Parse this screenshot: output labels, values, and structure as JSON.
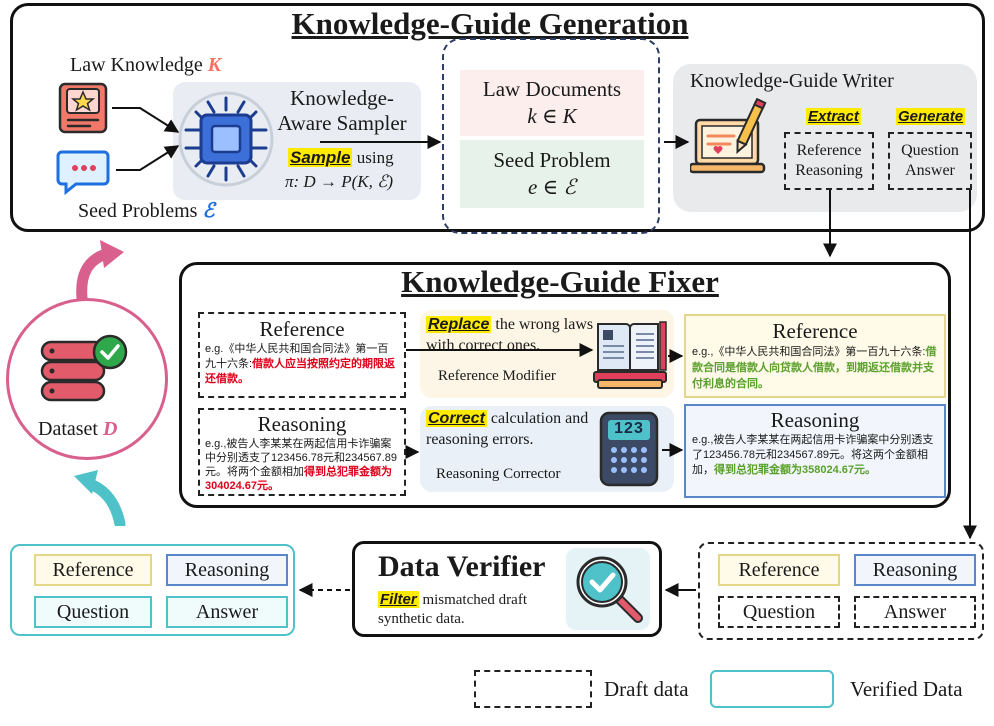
{
  "generation": {
    "title": "Knowledge-Guide Generation",
    "law_knowledge": "Law Knowledge",
    "law_knowledge_symbol": "K",
    "seed_problems": "Seed Problems",
    "seed_problems_symbol": "ℰ",
    "sampler_line1": "Knowledge-",
    "sampler_line2": "Aware Sampler",
    "sample_keyword": "Sample",
    "sample_rest": "using",
    "policy": "π: D → P(K, ℰ)",
    "law_documents": "Law Documents",
    "law_documents_expr": "k ∈ K",
    "seed_problem": "Seed Problem",
    "seed_problem_expr": "e ∈ ℰ",
    "writer_title": "Knowledge-Guide Writer",
    "extract": "Extract",
    "generate": "Generate",
    "ref_reasoning_1": "Reference",
    "ref_reasoning_2": "Reasoning",
    "question_answer_1": "Question",
    "question_answer_2": "Answer"
  },
  "fixer": {
    "title": "Knowledge-Guide Fixer",
    "reference_label": "Reference",
    "reference_draft_prefix": "e.g.《中华人民共和国合同法》第一百九十六条:",
    "reference_draft_error": "借款人应当按照约定的期限返还借款。",
    "replace_keyword": "Replace",
    "replace_rest": "the wrong laws with correct ones.",
    "reference_modifier": "Reference Modifier",
    "reference_fixed_prefix": "e.g.,《中华人民共和国合同法》第一百九十六条:",
    "reference_fixed_correct": "借款合同是借款人向贷款人借款，到期返还借款并支付利息的合同。",
    "reasoning_label": "Reasoning",
    "reasoning_draft_prefix": "e.g.,被告人李某某在两起信用卡诈骗案中分别透支了123456.78元和234567.89元。将两个金额相加",
    "reasoning_draft_error": "得到总犯罪金额为304024.67元。",
    "correct_keyword": "Correct",
    "correct_rest": "calculation and reasoning errors.",
    "reasoning_corrector": "Reasoning Corrector",
    "reasoning_fixed_prefix": "e.g.,被告人李某某在两起信用卡诈骗案中分别透支了123456.78元和234567.89元。将这两个金额相加，",
    "reasoning_fixed_correct": "得到总犯罪金额为358024.67元。",
    "calc_display": "123"
  },
  "verifier": {
    "title": "Data Verifier",
    "filter_keyword": "Filter",
    "filter_rest": "mismatched draft synthetic data."
  },
  "chips": {
    "reference": "Reference",
    "reasoning": "Reasoning",
    "question": "Question",
    "answer": "Answer"
  },
  "dataset": {
    "label": "Dataset",
    "symbol": "D"
  },
  "legend": {
    "draft": "Draft data",
    "verified": "Verified Data"
  },
  "colors": {
    "red_symbol": "#ff6f61",
    "blue_symbol": "#1e6fe0",
    "reference_border": "#e6d68a",
    "reasoning_border": "#5a87c8",
    "question_border": "#4ec1c9",
    "dataset_ring": "#d9608c",
    "teal_arrow": "#4ec1c9"
  }
}
